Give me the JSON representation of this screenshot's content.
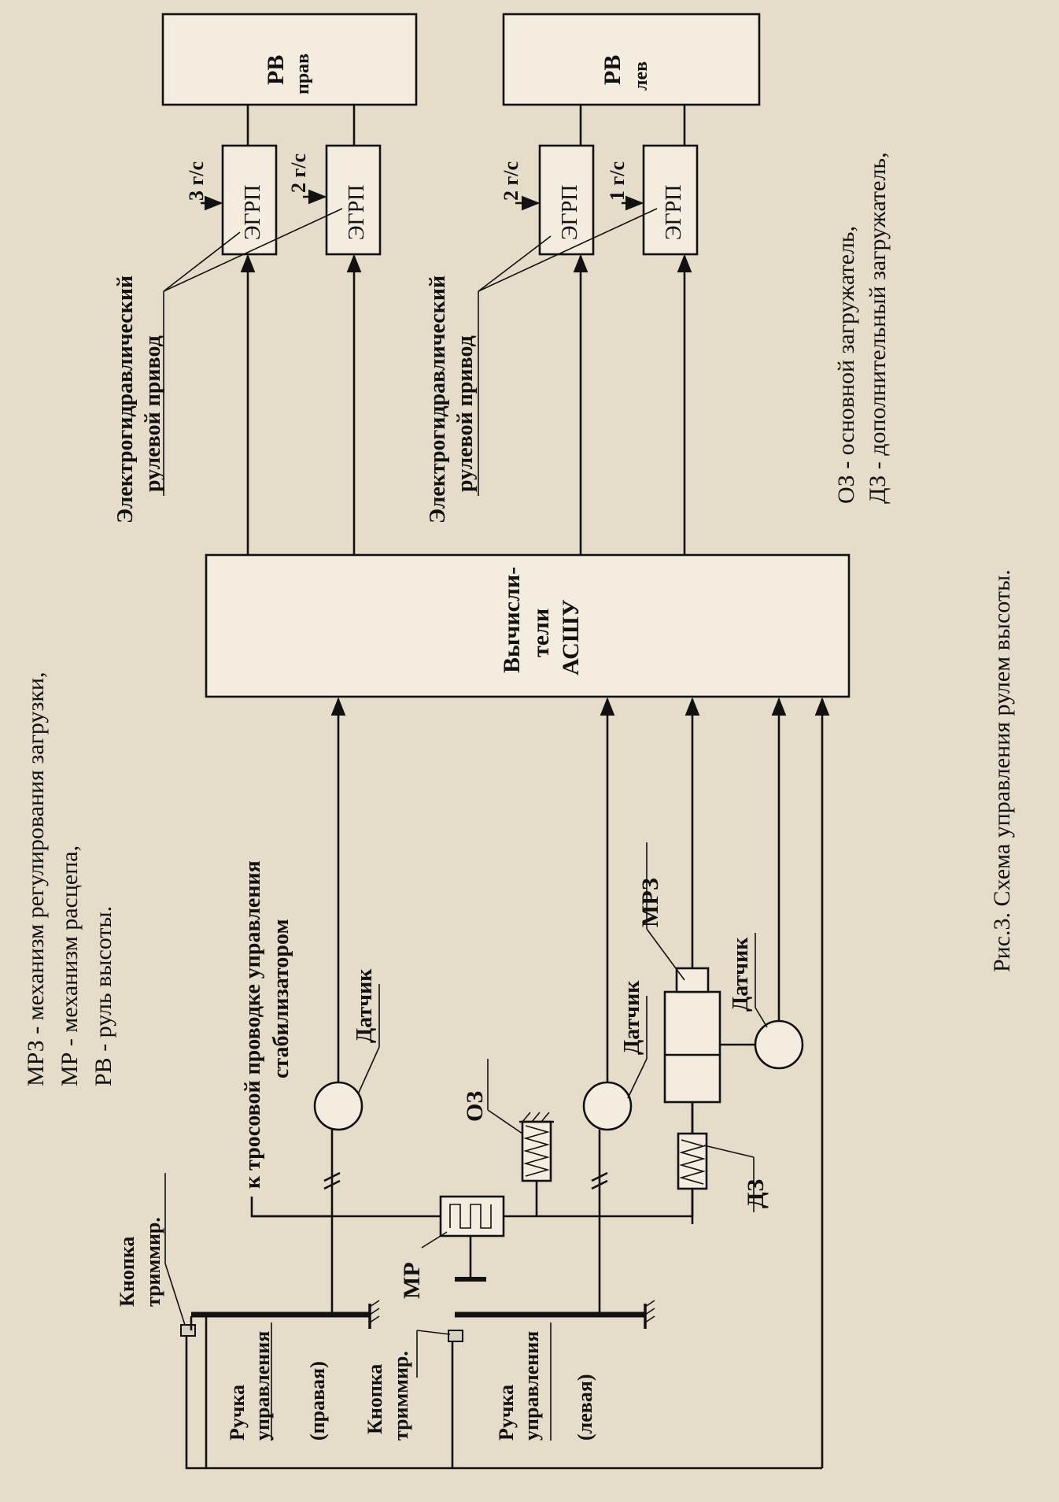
{
  "legend_top": {
    "line1": "МРЗ - механизм регулирования загрузки,",
    "line2": "МР - механизм расцепа,",
    "line3": "РВ - руль высоты."
  },
  "legend_bottom": {
    "line1": "ОЗ - основной загружатель,",
    "line2": "ДЗ - дополнительный загружатель,"
  },
  "caption": "Рис.3. Схема управления рулем высоты.",
  "computer": {
    "line1": "Вычисли-",
    "line2": "тели",
    "line3": "АСШУ"
  },
  "elevator_right": {
    "main": "РВ",
    "sub": "прав"
  },
  "elevator_left": {
    "main": "РВ",
    "sub": "лев"
  },
  "actuators": {
    "unit_label": "ЭГРП",
    "right_a_system": "3 г/с",
    "right_b_system": "2 г/с",
    "left_a_system": "2 г/с",
    "left_b_system": "1 г/с"
  },
  "drive_label": {
    "line1": "Электрогидравлический",
    "line2": "рулевой привод"
  },
  "cable_label": {
    "line1": "к тросовой проводке управления",
    "line2": "стабилизатором"
  },
  "sensor_label": "Датчик",
  "oz_label": "ОЗ",
  "dz_label": "ДЗ",
  "mrz_label": "МРЗ",
  "mr_label": "МР",
  "trim_button": {
    "line1": "Кнопка",
    "line2": "триммир."
  },
  "stick_right": {
    "line1": "Ручка",
    "line2": "управления",
    "line3": "(правая)"
  },
  "stick_left": {
    "line1": "Ручка",
    "line2": "управления",
    "line3": "(левая)"
  }
}
